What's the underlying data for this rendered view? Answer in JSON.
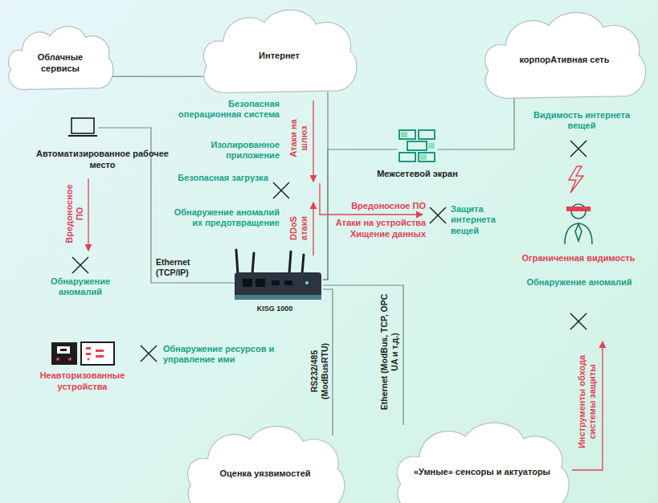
{
  "diagram": {
    "nodes": [
      {
        "text": [
          "Облачные сервисы"
        ]
      },
      {
        "text": [
          "Интернет"
        ]
      },
      {
        "text": [
          "корпорАтивная сеть"
        ]
      },
      {
        "text": [
          "Автоматизированное рабочее место"
        ]
      },
      {
        "text": [
          "Межсетевой экран"
        ]
      },
      {
        "text": [
          "KISG 1000"
        ]
      },
      {
        "text": [
          "Неавторизованные устройства"
        ]
      },
      {
        "text": [
          "Оценка уязвимостей"
        ]
      },
      {
        "text": [
          "«Умные» сенсоры и актуаторы"
        ]
      }
    ],
    "edges": [
      {
        "from": 0,
        "to": 1,
        "arrow": "none"
      },
      {
        "from": 1,
        "to": 5,
        "arrow": "none"
      },
      {
        "from": 5,
        "to": 4,
        "arrow": "none"
      },
      {
        "from": 4,
        "to": 2,
        "arrow": "none"
      },
      {
        "from": 5,
        "to": 3,
        "label": "Ethernet (TCP/IP)",
        "arrow": "none"
      },
      {
        "from": 5,
        "to": 7,
        "label": "RS232/485 (ModBusRTU)",
        "arrow": "none"
      },
      {
        "from": 5,
        "to": 8,
        "label": "Ethernet (ModBus, TCP, OPC UA и т.д.)",
        "arrow": "none"
      }
    ],
    "labels": [
      "Безопасная операционная система",
      "Атаки на шлюз",
      "Изолированное приложение",
      "Безопасная загрузка",
      "Обнаружение аномалий их предотвращение",
      "DDoS атаки",
      "Видимость интернета вещей",
      "Вредоносное ПО",
      "Обнаружение аномалий",
      "Обнаружение ресурсов и управление ими",
      "Вредоносное ПО",
      "Атаки на устройства",
      "Хищение данных",
      "Защита интернета вещей",
      "Ограниченная видимость",
      "Обнаружение аномалий",
      "Инструменты обхода системы защиты"
    ]
  }
}
